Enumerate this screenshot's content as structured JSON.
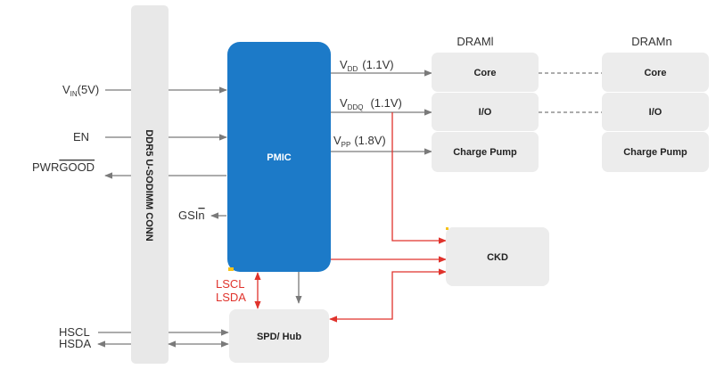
{
  "connector": {
    "label": "DDR5 U-SODIMM CONN"
  },
  "pmic": {
    "label": "PMIC"
  },
  "inputs": {
    "vin": {
      "main": "V",
      "sub": "IN",
      "suffix": "(5V)"
    },
    "en": "EN",
    "pwr_good": {
      "prefix": "PWR",
      "over": "GOOD"
    },
    "hscl": "HSCL",
    "hsda": "HSDA"
  },
  "gsi": {
    "prefix": "GSI",
    "over": "n"
  },
  "rails": [
    {
      "main": "V",
      "sub": "DD",
      "value": "(1.1V)"
    },
    {
      "main": "V",
      "sub": "DDQ",
      "value": "(1.1V)"
    },
    {
      "main": "V",
      "sub": "PP",
      "value": "(1.8V)"
    }
  ],
  "local_bus": {
    "lscl": "LSCL",
    "lsda": "LSDA"
  },
  "dram_groups": [
    {
      "title": "DRAMl",
      "blocks": [
        "Core",
        "I/O",
        "Charge Pump"
      ]
    },
    {
      "title": "DRAMn",
      "blocks": [
        "Core",
        "I/O",
        "Charge Pump"
      ]
    }
  ],
  "ckd": {
    "label": "CKD"
  },
  "spd": {
    "label": "SPD/ Hub"
  },
  "colors": {
    "pmic_fill": "#1c7ac8",
    "block_fill": "#ececec",
    "connector_fill": "#e8e8e8",
    "gray_line": "#7a7a7a",
    "red_line": "#e0332c",
    "accent_yellow": "#f5c21a"
  }
}
